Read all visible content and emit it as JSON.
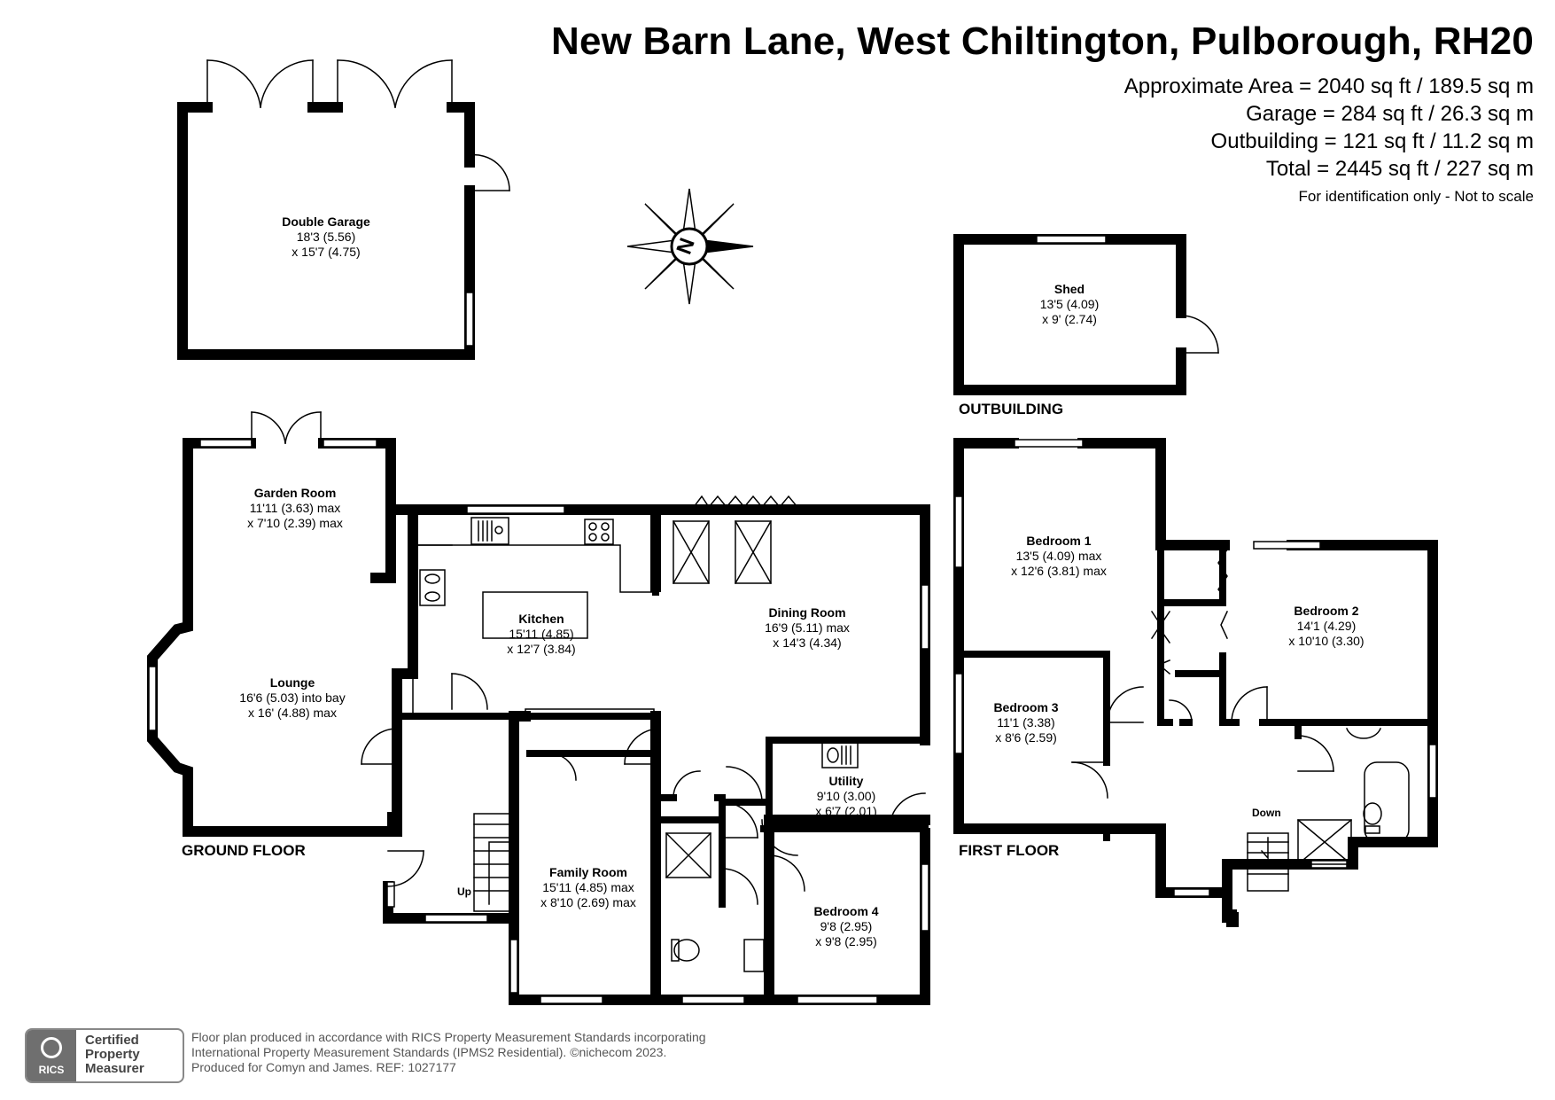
{
  "header": {
    "title": "New Barn Lane, West Chiltington, Pulborough, RH20",
    "areas": [
      "Approximate Area = 2040 sq ft / 189.5 sq m",
      "Garage = 284 sq ft / 26.3 sq m",
      "Outbuilding = 121 sq ft / 11.2 sq m",
      "Total = 2445 sq ft / 227 sq m"
    ],
    "disclaimer": "For identification only - Not to scale"
  },
  "compass": {
    "letter": "N"
  },
  "floors": {
    "ground": "GROUND FLOOR",
    "first": "FIRST FLOOR",
    "outbuilding": "OUTBUILDING"
  },
  "rooms": {
    "garage": {
      "name": "Double Garage",
      "d1": "18'3 (5.56)",
      "d2": "x 15'7 (4.75)"
    },
    "shed": {
      "name": "Shed",
      "d1": "13'5 (4.09)",
      "d2": "x 9' (2.74)"
    },
    "garden_room": {
      "name": "Garden Room",
      "d1": "11'11 (3.63) max",
      "d2": "x 7'10 (2.39) max"
    },
    "lounge": {
      "name": "Lounge",
      "d1": "16'6 (5.03) into bay",
      "d2": "x 16' (4.88) max"
    },
    "kitchen": {
      "name": "Kitchen",
      "d1": "15'11 (4.85)",
      "d2": "x 12'7 (3.84)"
    },
    "dining": {
      "name": "Dining Room",
      "d1": "16'9 (5.11) max",
      "d2": "x 14'3 (4.34)"
    },
    "utility": {
      "name": "Utility",
      "d1": "9'10 (3.00)",
      "d2": "x 6'7 (2.01)"
    },
    "family": {
      "name": "Family Room",
      "d1": "15'11 (4.85) max",
      "d2": "x 8'10 (2.69) max"
    },
    "bedroom4": {
      "name": "Bedroom 4",
      "d1": "9'8 (2.95)",
      "d2": "x 9'8 (2.95)"
    },
    "bedroom1": {
      "name": "Bedroom 1",
      "d1": "13'5 (4.09) max",
      "d2": "x 12'6 (3.81) max"
    },
    "bedroom2": {
      "name": "Bedroom 2",
      "d1": "14'1 (4.29)",
      "d2": "x 10'10 (3.30)"
    },
    "bedroom3": {
      "name": "Bedroom 3",
      "d1": "11'1 (3.38)",
      "d2": "x 8'6 (2.59)"
    }
  },
  "stairs": {
    "up": "Up",
    "down": "Down"
  },
  "badge": {
    "logo": "RICS",
    "line1": "Certified",
    "line2": "Property",
    "line3": "Measurer"
  },
  "footer": {
    "line1": "Floor plan produced in accordance with RICS Property Measurement Standards incorporating",
    "line2": "International Property Measurement Standards (IPMS2 Residential).   ©nichecom 2023.",
    "line3": "Produced for Comyn and James.   REF:  1027177"
  },
  "colors": {
    "wall": "#000000",
    "line": "#000000",
    "badge": "#6f6f6f"
  }
}
